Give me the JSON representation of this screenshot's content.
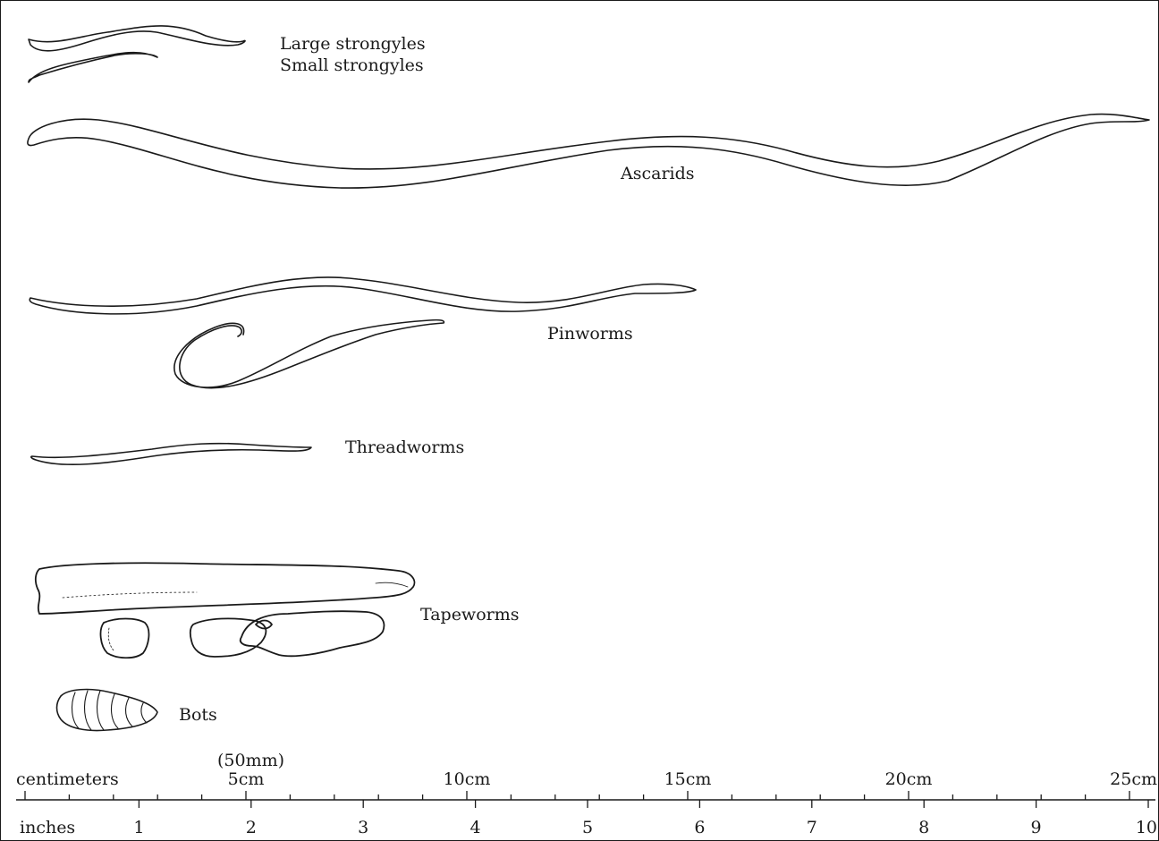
{
  "labels": {
    "large_strongyles": "Large strongyles",
    "small_strongyles": "Small strongyles",
    "ascarids": "Ascarids",
    "pinworms": "Pinworms",
    "threadworms": "Threadworms",
    "tapeworms": "Tapeworms",
    "bots": "Bots"
  },
  "scale": {
    "centimeters_label": "centimeters",
    "mm_note": "(50mm)",
    "cm_ticks": [
      "5cm",
      "10cm",
      "15cm",
      "20cm",
      "25cm"
    ],
    "inches_label": "inches",
    "inch_ticks": [
      "1",
      "2",
      "3",
      "4",
      "5",
      "6",
      "7",
      "8",
      "9",
      "10"
    ]
  },
  "colors": {
    "ink": "#1a1a1a",
    "paper": "#ffffff"
  }
}
